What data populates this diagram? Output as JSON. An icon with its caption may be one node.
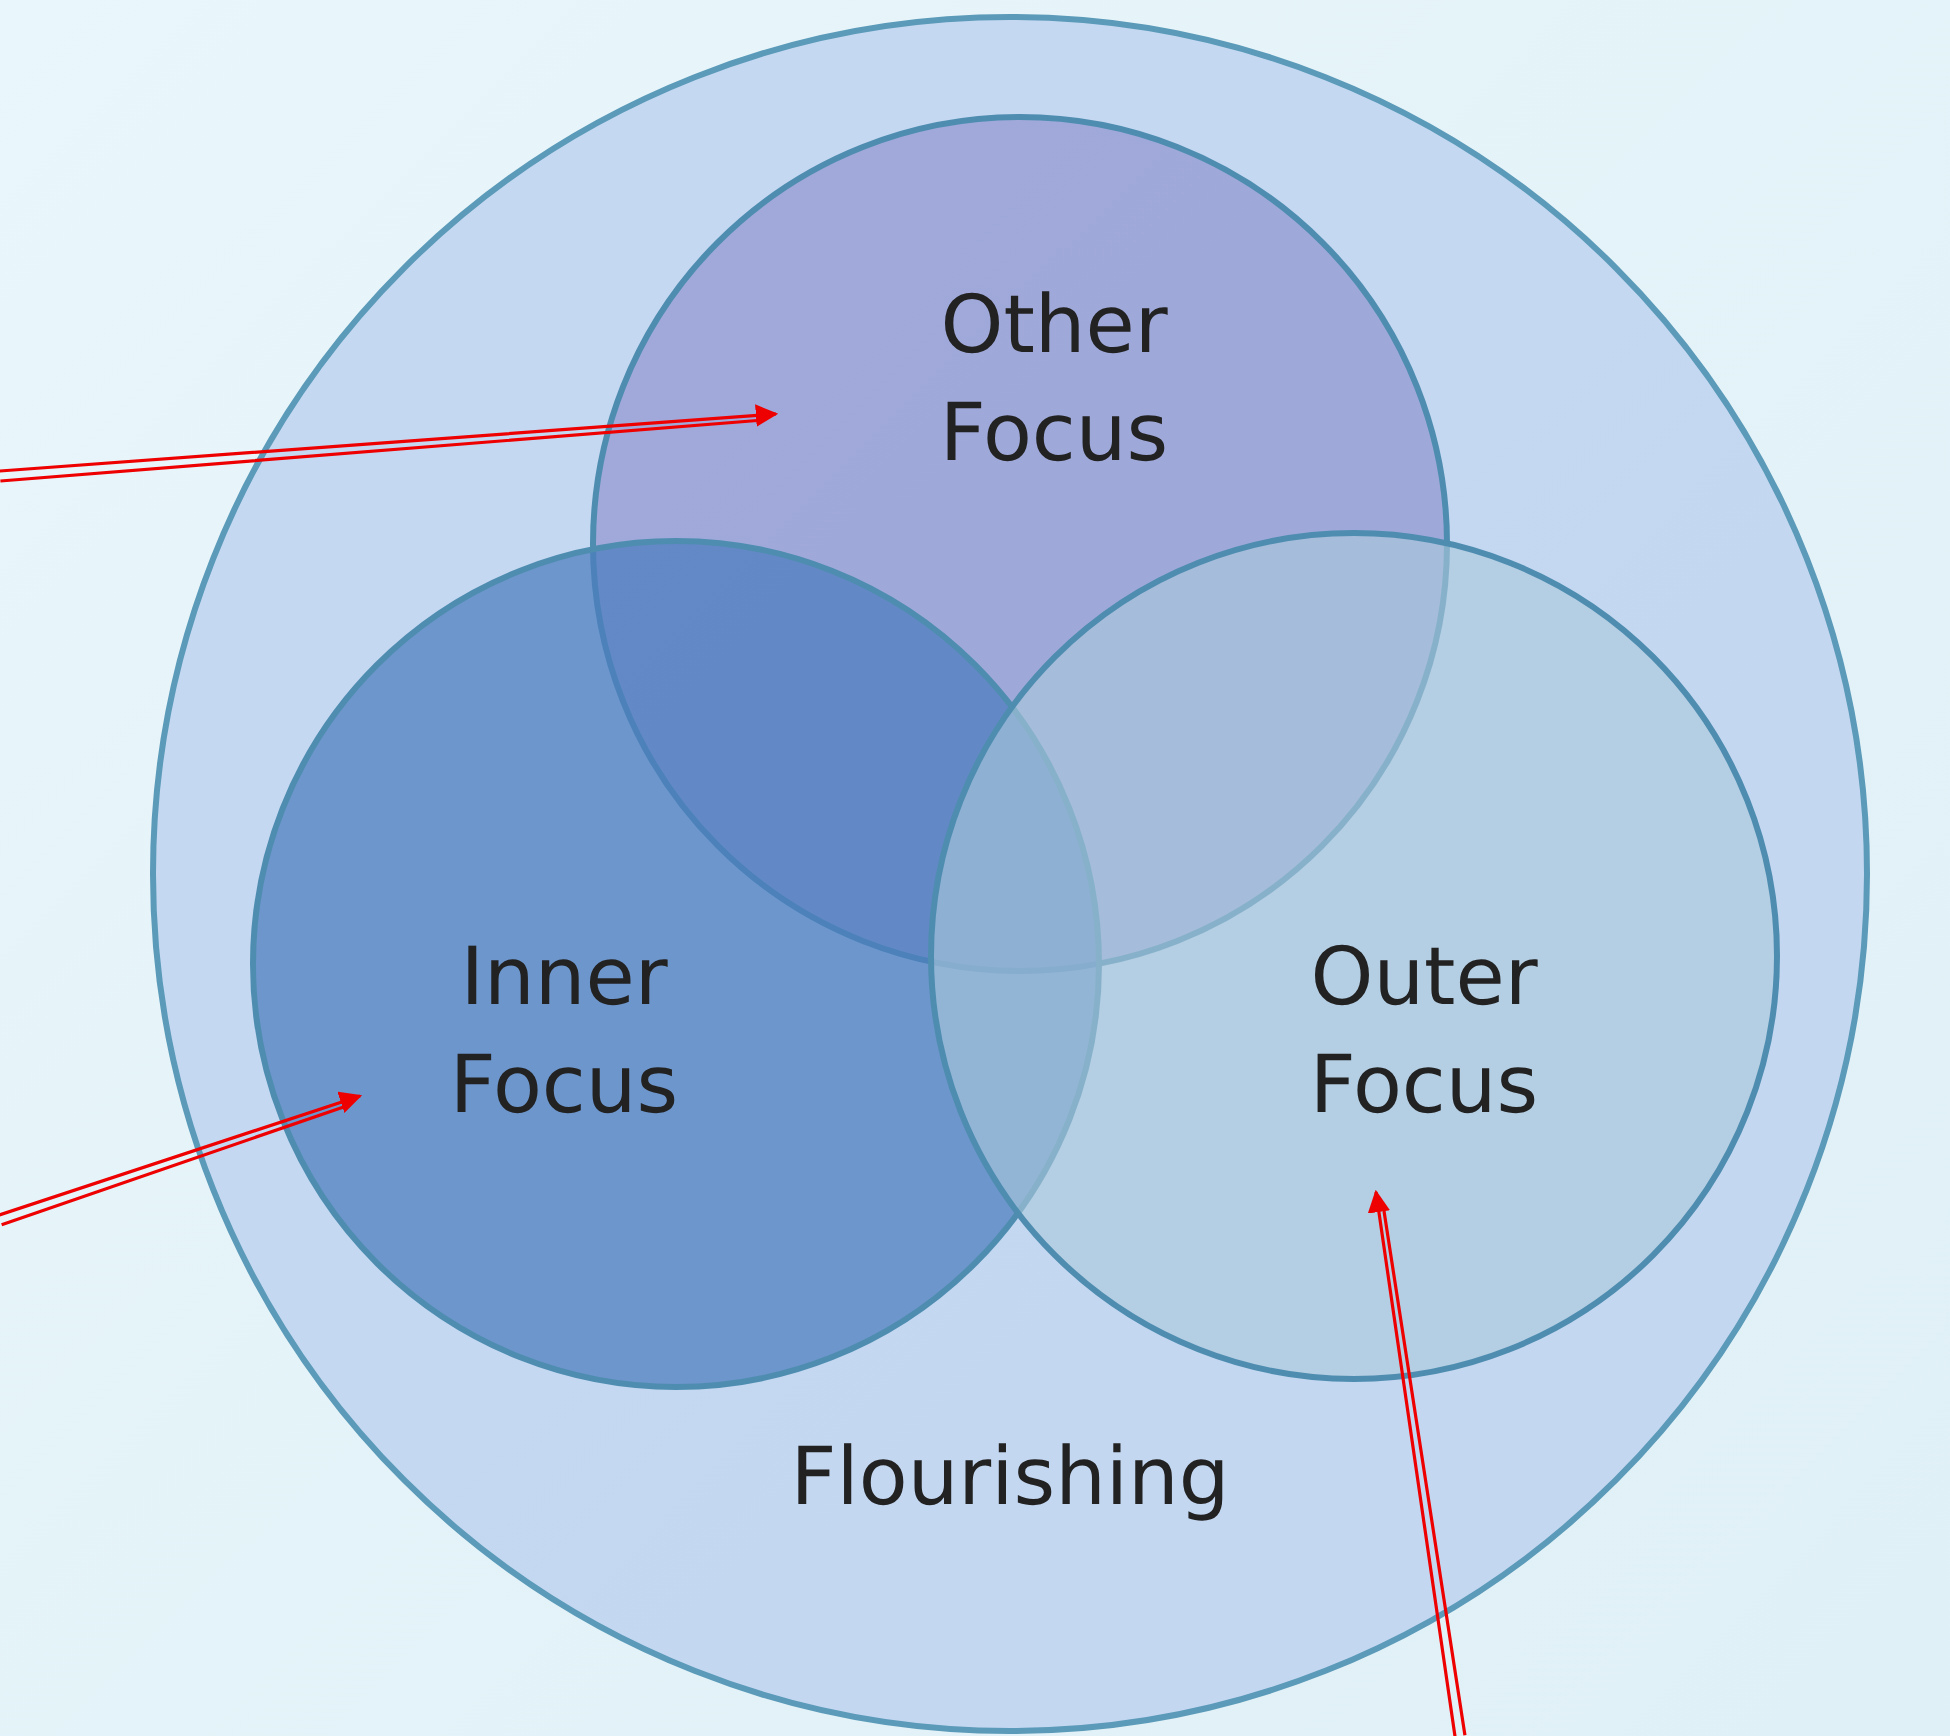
{
  "diagram": {
    "nodes": [
      {
        "text": [
          "Flourishing"
        ]
      },
      {
        "text": [
          "Other Focus"
        ],
        "in": 0
      },
      {
        "text": [
          "Inner Focus"
        ],
        "in": 0
      },
      {
        "text": [
          "Outer Focus"
        ],
        "in": 0
      }
    ],
    "edges": [
      {
        "from": null,
        "to": 1,
        "arrow": "to"
      },
      {
        "from": null,
        "to": 2,
        "arrow": "to"
      },
      {
        "from": null,
        "to": 3,
        "arrow": "to"
      }
    ]
  }
}
